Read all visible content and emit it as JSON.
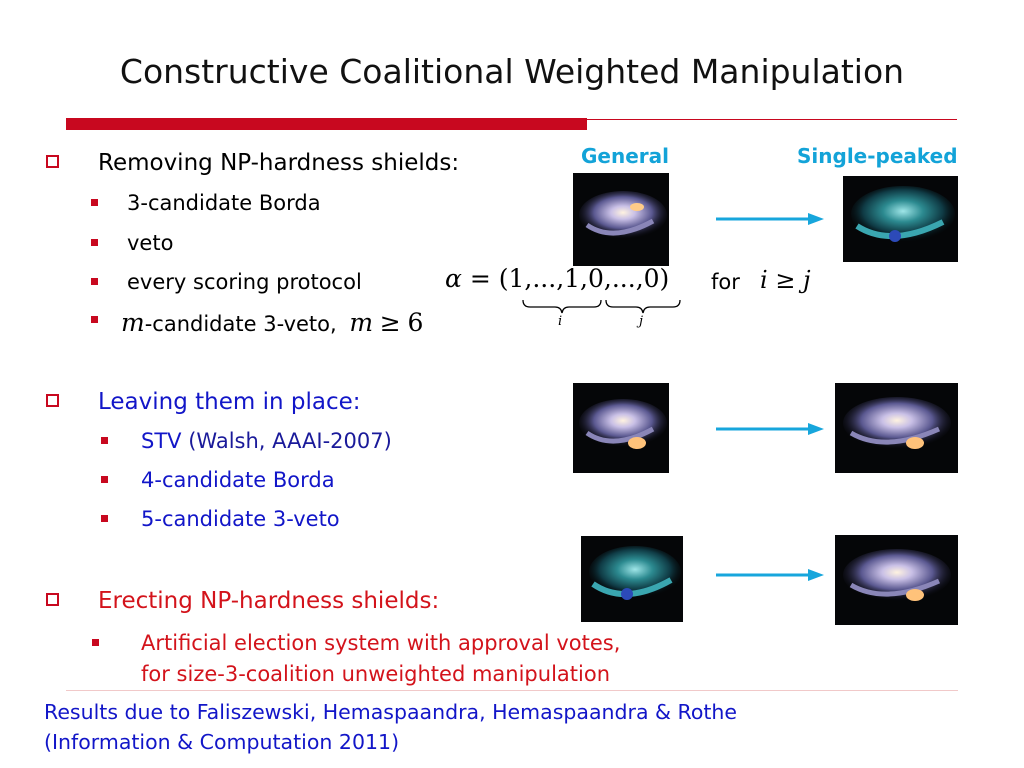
{
  "title": "Constructive Coalitional Weighted Manipulation",
  "headers": {
    "general": "General",
    "single_peaked": "Single-peaked"
  },
  "section1": {
    "heading": "Removing NP-hardness shields:",
    "items": [
      "3-candidate Borda",
      "veto",
      "every scoring protocol"
    ],
    "formula": {
      "alpha": "α",
      "eq": "=",
      "vector": "(1,...,1,0,...,0)",
      "for": "for",
      "cond_i": "i",
      "cond_op": "≥",
      "cond_j": "j",
      "under_i": "i",
      "under_j": "j"
    },
    "item4": {
      "m": "m",
      "text": "-candidate 3-veto,",
      "m2": "m",
      "op": "≥",
      "six": "6"
    }
  },
  "section2": {
    "heading": "Leaving them in place:",
    "items": [
      {
        "main": "STV",
        "rest": " (Walsh, AAAI-2007)"
      },
      "4-candidate Borda",
      "5-candidate 3-veto"
    ]
  },
  "section3": {
    "heading": "Erecting NP-hardness shields:",
    "item_line1": "Artificial election system with approval votes,",
    "item_line2": "for size-3-coalition unweighted manipulation"
  },
  "footnote": {
    "line1": "Results due to Faliszewski, Hemaspaandra, Hemaspaandra & Rothe",
    "line2": "(Information & Computation 2011)"
  },
  "colors": {
    "accent_red": "#c8081f",
    "text_blue": "#1216c8",
    "text_red": "#d3131b",
    "header_cyan": "#13a3d8",
    "arrow": "#17a6dc"
  },
  "icons": [
    "starship-light-image",
    "starship-dark-image",
    "right-arrow-icon",
    "checkbox-bullet-icon",
    "square-bullet-icon"
  ]
}
